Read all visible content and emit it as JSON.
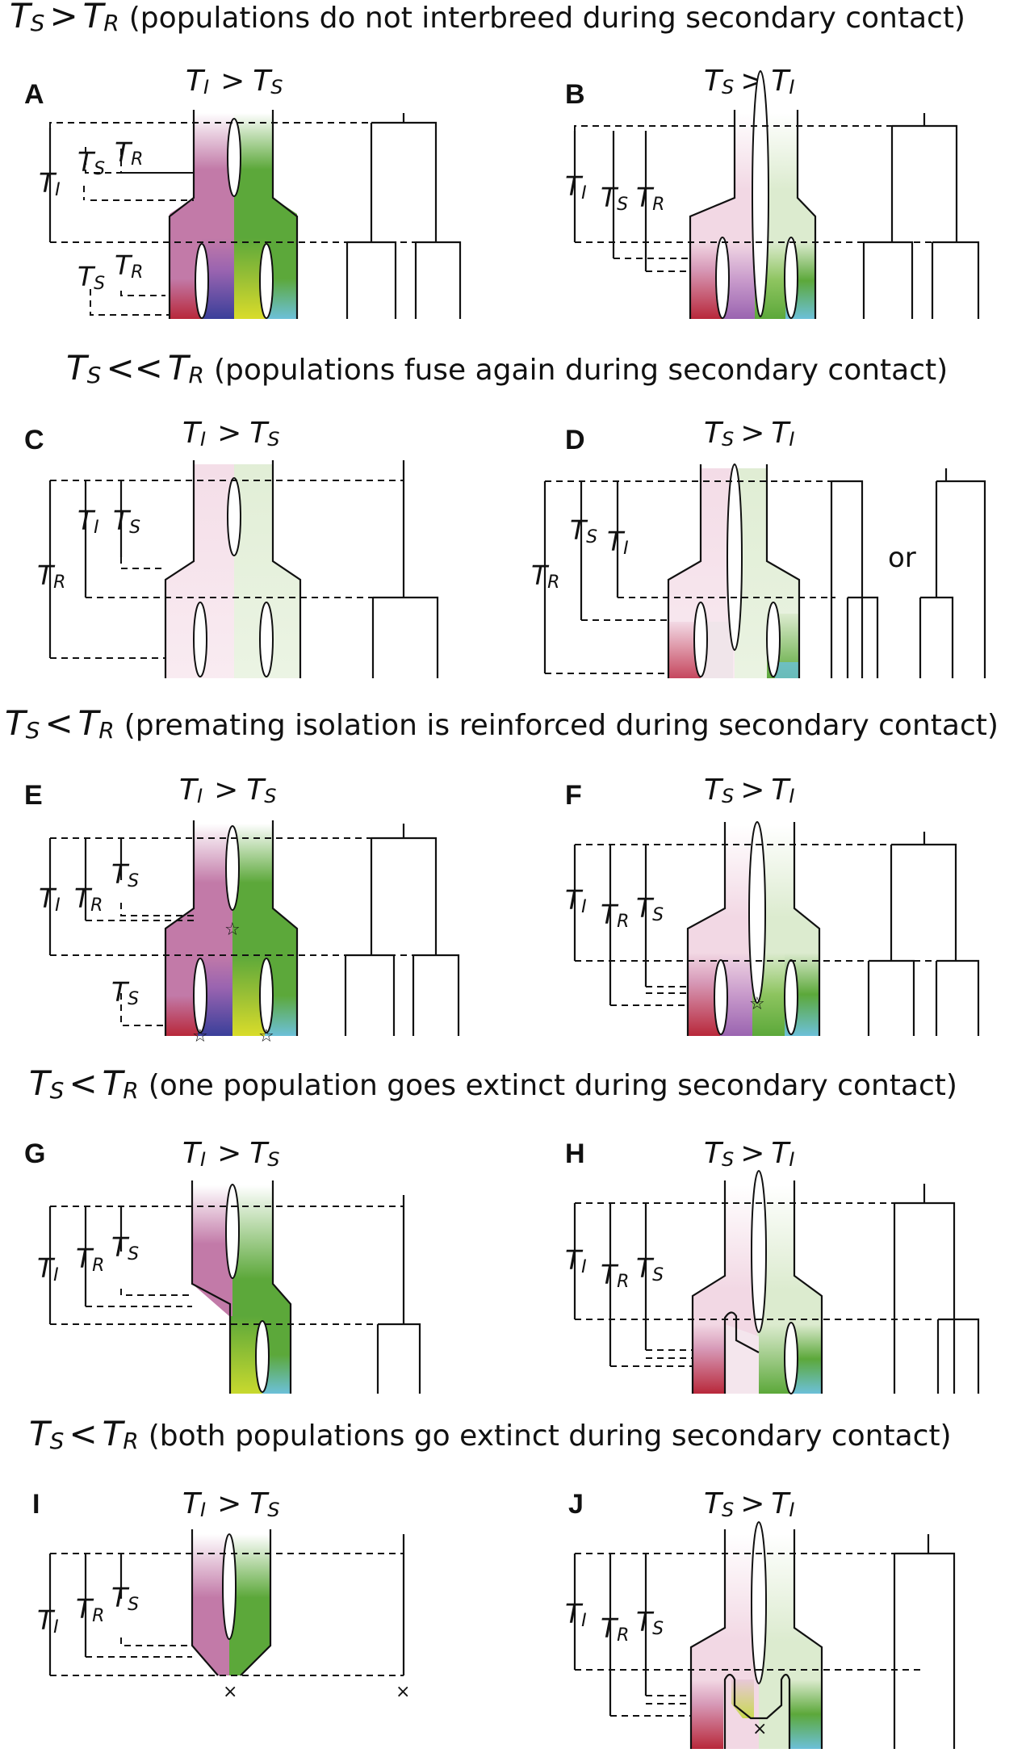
{
  "sections": [
    {
      "sym_a": "T",
      "sub_a": "S",
      "rel": ">",
      "sym_b": "T",
      "sub_b": "R",
      "desc": "(populations do not interbreed during secondary contact)"
    },
    {
      "sym_a": "T",
      "sub_a": "S",
      "rel": "<<",
      "sym_b": "T",
      "sub_b": "R",
      "desc": "(populations fuse again during secondary contact)"
    },
    {
      "sym_a": "T",
      "sub_a": "S",
      "rel": "<",
      "sym_b": "T",
      "sub_b": "R",
      "desc": "(premating isolation is reinforced during secondary contact)"
    },
    {
      "sym_a": "T",
      "sub_a": "S",
      "rel": "<",
      "sym_b": "T",
      "sub_b": "R",
      "desc": "(one population goes extinct during secondary contact)"
    },
    {
      "sym_a": "T",
      "sub_a": "S",
      "rel": "<",
      "sym_b": "T",
      "sub_b": "R",
      "desc": "(both populations go extinct during secondary contact)"
    }
  ],
  "panels": [
    {
      "letter": "A",
      "hdr_a": "I",
      "hdr_rel": ">",
      "hdr_b": "S"
    },
    {
      "letter": "B",
      "hdr_a": "S",
      "hdr_rel": ">",
      "hdr_b": "I"
    },
    {
      "letter": "C",
      "hdr_a": "I",
      "hdr_rel": ">",
      "hdr_b": "S"
    },
    {
      "letter": "D",
      "hdr_a": "S",
      "hdr_rel": ">",
      "hdr_b": "I"
    },
    {
      "letter": "E",
      "hdr_a": "I",
      "hdr_rel": ">",
      "hdr_b": "S"
    },
    {
      "letter": "F",
      "hdr_a": "S",
      "hdr_rel": ">",
      "hdr_b": "I"
    },
    {
      "letter": "G",
      "hdr_a": "I",
      "hdr_rel": ">",
      "hdr_b": "S"
    },
    {
      "letter": "H",
      "hdr_a": "S",
      "hdr_rel": ">",
      "hdr_b": "I"
    },
    {
      "letter": "I",
      "hdr_a": "I",
      "hdr_rel": ">",
      "hdr_b": "S"
    },
    {
      "letter": "J",
      "hdr_a": "S",
      "hdr_rel": ">",
      "hdr_b": "I"
    }
  ],
  "sym": "T",
  "sub_I": "I",
  "sub_S": "S",
  "sub_R": "R",
  "or_label": "or",
  "extinct_mark": "×",
  "reinforce_mark": "☆",
  "colors": {
    "magenta": "#c27aa8",
    "green": "#5ca83a",
    "red": "#b8283a",
    "blue": "#3a3f9a",
    "yellow": "#d9dc2a",
    "cyan": "#6cc0d9",
    "purple": "#9a64b0",
    "lightpink": "#f6e4ec",
    "lightgreen": "#e3f0d8"
  }
}
